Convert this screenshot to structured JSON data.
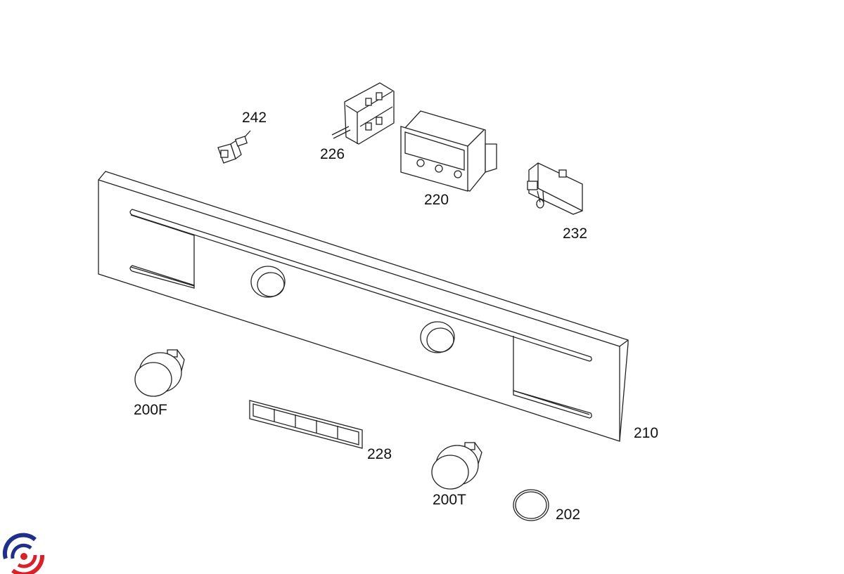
{
  "diagram": {
    "parts": [
      {
        "id": "242",
        "label": "242"
      },
      {
        "id": "226",
        "label": "226"
      },
      {
        "id": "220",
        "label": "220"
      },
      {
        "id": "232",
        "label": "232"
      },
      {
        "id": "210",
        "label": "210"
      },
      {
        "id": "200F",
        "label": "200F"
      },
      {
        "id": "228",
        "label": "228"
      },
      {
        "id": "200T",
        "label": "200T"
      },
      {
        "id": "202",
        "label": "202"
      }
    ]
  },
  "logo": {
    "icon": "brand-logo-icon",
    "colors": {
      "blue": "#1f2f8a",
      "red": "#d8212a"
    }
  }
}
